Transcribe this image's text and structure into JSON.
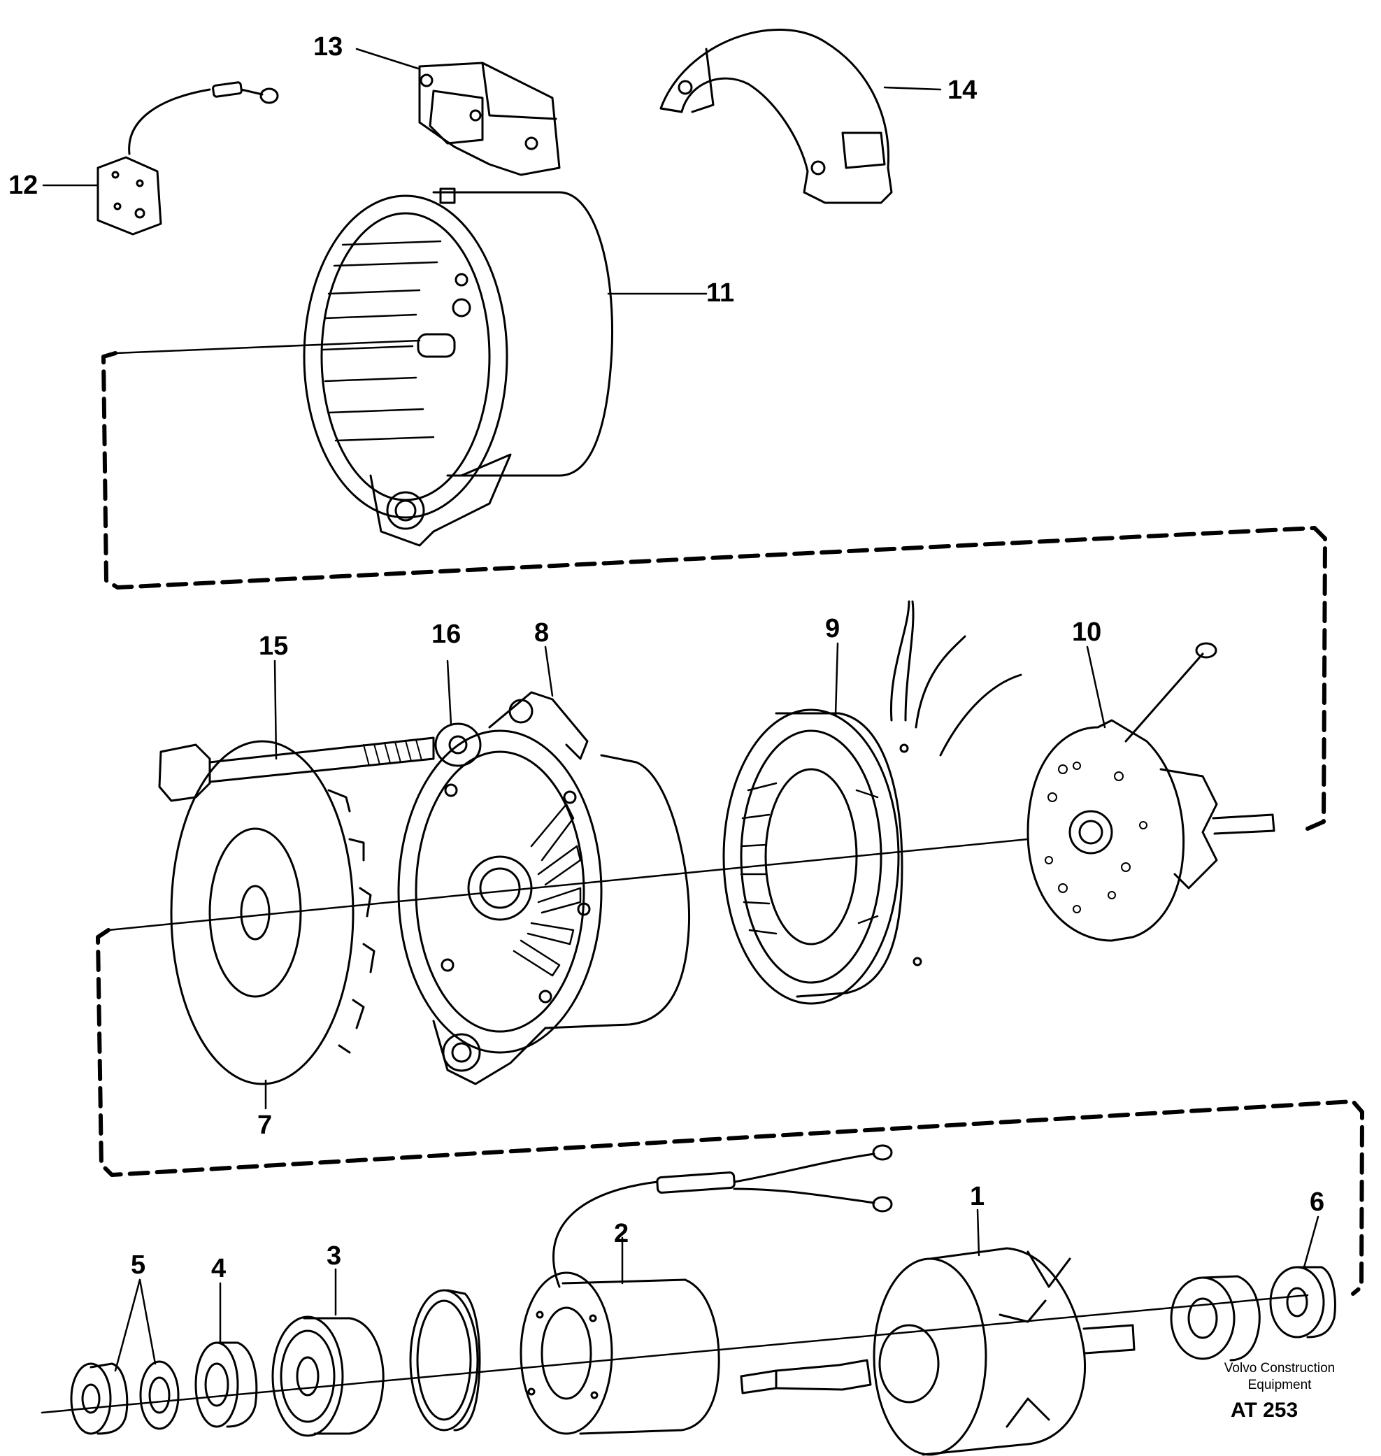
{
  "diagram": {
    "parts": [
      {
        "id": "p1",
        "number": "1",
        "name": "rotor"
      },
      {
        "id": "p2",
        "number": "2",
        "name": "field-coil"
      },
      {
        "id": "p3",
        "number": "3",
        "name": "ball-bearing"
      },
      {
        "id": "p4",
        "number": "4",
        "name": "spacer-ring"
      },
      {
        "id": "p5",
        "number": "5",
        "name": "washers"
      },
      {
        "id": "p6",
        "number": "6",
        "name": "ball-bearing"
      },
      {
        "id": "p7",
        "number": "7",
        "name": "fan"
      },
      {
        "id": "p8",
        "number": "8",
        "name": "drive-end-shield"
      },
      {
        "id": "p9",
        "number": "9",
        "name": "stator"
      },
      {
        "id": "p10",
        "number": "10",
        "name": "rectifier"
      },
      {
        "id": "p11",
        "number": "11",
        "name": "slip-ring-end-shield"
      },
      {
        "id": "p12",
        "number": "12",
        "name": "cable-with-terminal"
      },
      {
        "id": "p13",
        "number": "13",
        "name": "brush-holder"
      },
      {
        "id": "p14",
        "number": "14",
        "name": "cover"
      },
      {
        "id": "p15",
        "number": "15",
        "name": "bolt"
      },
      {
        "id": "p16",
        "number": "16",
        "name": "washer"
      }
    ]
  },
  "credit": {
    "line1": "Volvo Construction",
    "line2": "Equipment",
    "code": "AT 253"
  }
}
